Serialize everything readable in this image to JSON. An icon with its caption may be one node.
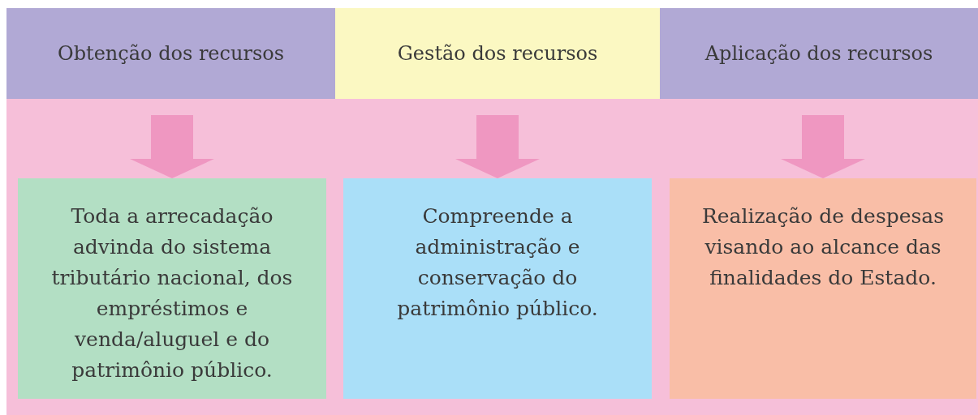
{
  "diagram": {
    "nodes": [
      {
        "text": [
          "Obtenção dos recursos"
        ]
      },
      {
        "text": [
          "Gestão dos recursos"
        ]
      },
      {
        "text": [
          "Aplicação dos recursos"
        ]
      },
      {
        "text": [
          "Toda a arrecadação advinda do sistema tributário nacional, dos empréstimos e venda/aluguel e do patrimônio público."
        ]
      },
      {
        "text": [
          "Compreende a administração e conservação do patrimônio público."
        ]
      },
      {
        "text": [
          "Realização de despesas visando ao alcance das finalidades do Estado."
        ]
      }
    ],
    "edges": [
      {
        "from": 0,
        "to": 3,
        "arrow": "to"
      },
      {
        "from": 1,
        "to": 4,
        "arrow": "to"
      },
      {
        "from": 2,
        "to": 5,
        "arrow": "to"
      }
    ]
  }
}
